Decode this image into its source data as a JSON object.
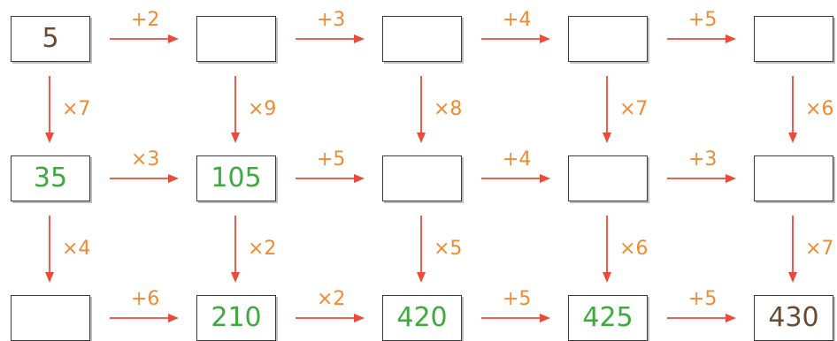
{
  "colors": {
    "arrow": "#ea4b3a",
    "operator": "#f08a34",
    "given_value": "#6b4a33",
    "computed_value": "#3daa3d",
    "box_border": "#3a3a3a"
  },
  "rows": [
    {
      "cells": [
        {
          "value": "5",
          "color": "brown"
        },
        {
          "value": "",
          "color": ""
        },
        {
          "value": "",
          "color": ""
        },
        {
          "value": "",
          "color": ""
        },
        {
          "value": "",
          "color": ""
        }
      ],
      "ops": [
        "+2",
        "+3",
        "+4",
        "+5"
      ]
    },
    {
      "cells": [
        {
          "value": "35",
          "color": "green"
        },
        {
          "value": "105",
          "color": "green"
        },
        {
          "value": "",
          "color": ""
        },
        {
          "value": "",
          "color": ""
        },
        {
          "value": "",
          "color": ""
        }
      ],
      "ops": [
        "×3",
        "+5",
        "+4",
        "+3"
      ]
    },
    {
      "cells": [
        {
          "value": "",
          "color": ""
        },
        {
          "value": "210",
          "color": "green"
        },
        {
          "value": "420",
          "color": "green"
        },
        {
          "value": "425",
          "color": "green"
        },
        {
          "value": "430",
          "color": "brown"
        }
      ],
      "ops": [
        "+6",
        "×2",
        "+5",
        "+5"
      ]
    }
  ],
  "down_ops": [
    [
      "×7",
      "×9",
      "×8",
      "×7",
      "×6"
    ],
    [
      "×4",
      "×2",
      "×5",
      "×6",
      "×7"
    ]
  ]
}
